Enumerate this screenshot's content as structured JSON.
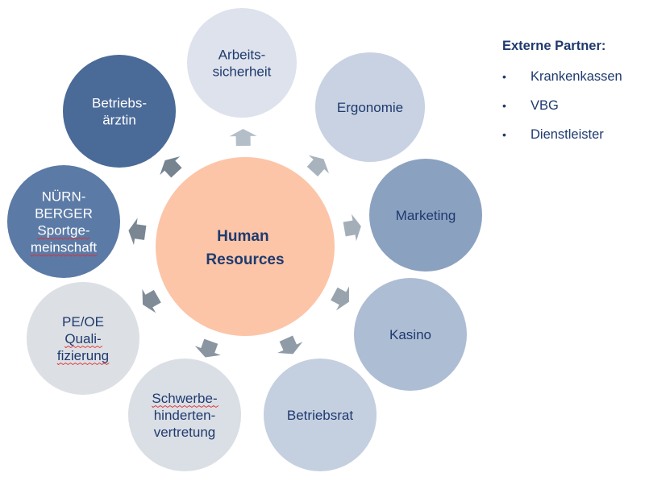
{
  "center": {
    "lines": [
      "Human",
      "Resources"
    ],
    "fill": "#fcc5a8",
    "text_color": "#1f3a6e"
  },
  "nodes": [
    {
      "id": "arbeitssicherheit",
      "lines": [
        "Arbeits-",
        "sicherheit"
      ],
      "fill": "#dde2ec",
      "text_color": "#1f3a6e",
      "underline": [
        false,
        false
      ]
    },
    {
      "id": "ergonomie",
      "lines": [
        "Ergonomie"
      ],
      "fill": "#c8d2e2",
      "text_color": "#1f3a6e",
      "underline": [
        false
      ]
    },
    {
      "id": "marketing",
      "lines": [
        "Marketing"
      ],
      "fill": "#8ba1c0",
      "text_color": "#1f3a6e",
      "underline": [
        false
      ]
    },
    {
      "id": "kasino",
      "lines": [
        "Kasino"
      ],
      "fill": "#adbdd4",
      "text_color": "#1f3a6e",
      "underline": [
        false
      ]
    },
    {
      "id": "betriebsrat",
      "lines": [
        "Betriebsrat"
      ],
      "fill": "#c4cfe0",
      "text_color": "#1f3a6e",
      "underline": [
        false
      ]
    },
    {
      "id": "schwerbehindertenvertretung",
      "lines": [
        "Schwerbe-",
        "hinderten-",
        "vertretung"
      ],
      "fill": "#dadee5",
      "text_color": "#1f3a6e",
      "underline": [
        true,
        false,
        false
      ]
    },
    {
      "id": "pe-oe-qualifizierung",
      "lines": [
        "PE/OE",
        "Quali-",
        "fizierung"
      ],
      "fill": "#dcdfe4",
      "text_color": "#1f3a6e",
      "underline": [
        false,
        true,
        true
      ]
    },
    {
      "id": "nuernberger-sportgemeinschaft",
      "lines": [
        "NÜRN-",
        "BERGER",
        "Sportge-",
        "meinschaft"
      ],
      "fill": "#5b7aa6",
      "text_color": "#ffffff",
      "underline": [
        false,
        false,
        true,
        true
      ]
    },
    {
      "id": "betriebsaerztin",
      "lines": [
        "Betriebs-",
        "ärztin"
      ],
      "fill": "#4a6a98",
      "text_color": "#ffffff",
      "underline": [
        false,
        false
      ]
    }
  ],
  "arrows": [
    {
      "fill": "#b4bec8"
    },
    {
      "fill": "#a9b3bd"
    },
    {
      "fill": "#a4aeb8"
    },
    {
      "fill": "#98a3ad"
    },
    {
      "fill": "#8f9ba6"
    },
    {
      "fill": "#8995a0"
    },
    {
      "fill": "#7f8c98"
    },
    {
      "fill": "#7a8793"
    },
    {
      "fill": "#768490"
    }
  ],
  "external_partners": {
    "title": "Externe Partner:",
    "bullet": "•",
    "items": [
      "Krankenkassen",
      "VBG",
      "Dienstleister"
    ]
  },
  "colors": {
    "text_dark": "#1f3a6e",
    "spellcheck_underline": "#e03030"
  }
}
